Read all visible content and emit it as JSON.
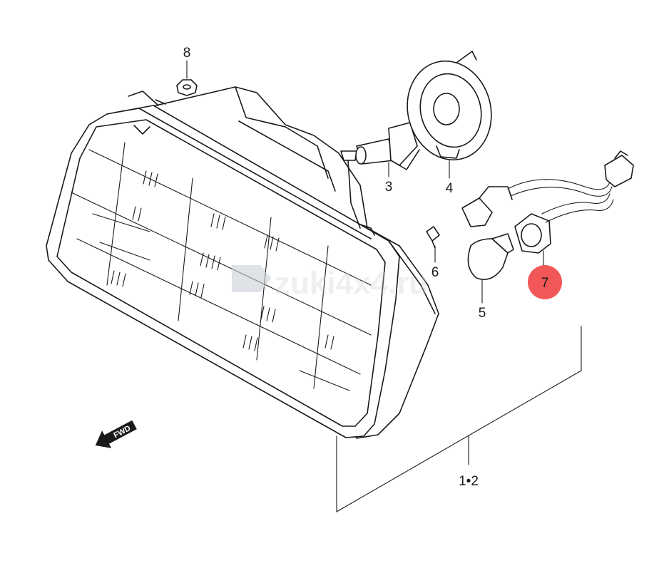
{
  "callouts": {
    "c8": "8",
    "c3": "3",
    "c4": "4",
    "c6": "6",
    "c5": "5",
    "c7": "7",
    "c12": "1•2"
  },
  "highlight": {
    "color": "#f25757",
    "part": "7"
  },
  "fwd_label": "FWD",
  "watermark": "zuki4x4.ru",
  "colors": {
    "line": "#1a1a1a",
    "background": "#ffffff",
    "watermark": "#c9ced6"
  }
}
